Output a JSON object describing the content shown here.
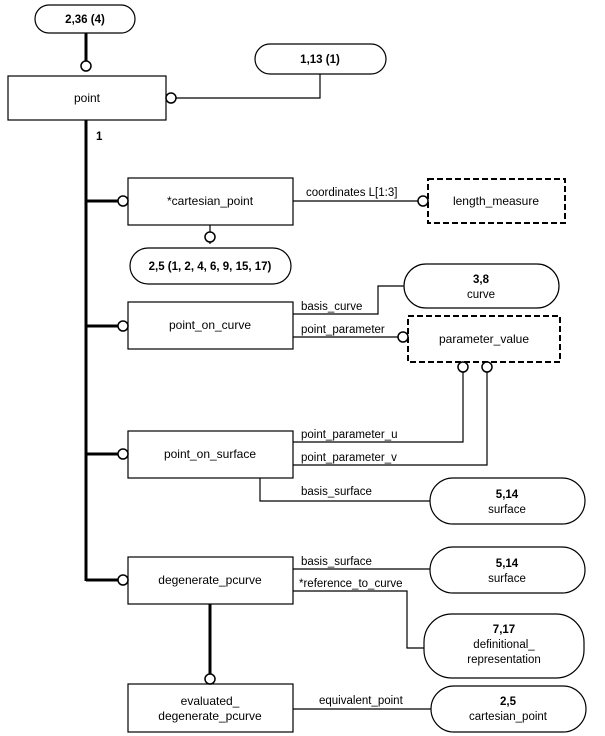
{
  "refs": {
    "top": "2,36 (4)",
    "point_ref": "1,13 (1)",
    "cartesian_ref": "2,5 (1, 2, 4, 6, 9, 15, 17)",
    "curve_num": "3,8",
    "curve_name": "curve",
    "surface1_num": "5,14",
    "surface1_name": "surface",
    "surface2_num": "5,14",
    "surface2_name": "surface",
    "defrep_num": "7,17",
    "defrep_line1": "definitional_",
    "defrep_line2": "representation",
    "cart2_num": "2,5",
    "cart2_name": "cartesian_point"
  },
  "entities": {
    "point": "point",
    "cartesian_point": "*cartesian_point",
    "point_on_curve": "point_on_curve",
    "point_on_surface": "point_on_surface",
    "degenerate_pcurve": "degenerate_pcurve",
    "evaluated_line1": "evaluated_",
    "evaluated_line2": "degenerate_pcurve"
  },
  "types": {
    "length_measure": "length_measure",
    "parameter_value": "parameter_value"
  },
  "labels": {
    "one": "1",
    "coordinates": "coordinates L[1:3]",
    "basis_curve": "basis_curve",
    "point_parameter": "point_parameter",
    "point_parameter_u": "point_parameter_u",
    "point_parameter_v": "point_parameter_v",
    "basis_surface_1": "basis_surface",
    "basis_surface_2": "basis_surface",
    "reference_to_curve": "*reference_to_curve",
    "equivalent_point": "equivalent_point"
  }
}
